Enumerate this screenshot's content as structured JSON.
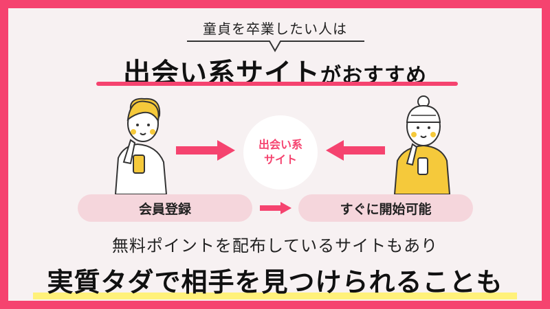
{
  "subtitle": "童貞を卒業したい人は",
  "headline": {
    "main": "出会い系サイト",
    "suffix": "がおすすめ"
  },
  "center": {
    "line1": "出会い系",
    "line2": "サイト"
  },
  "steps": {
    "left": "会員登録",
    "right": "すぐに開始可能"
  },
  "caption": "無料ポイントを配布しているサイトもあり",
  "big_text": "実質タダで相手を見つけられることも",
  "colors": {
    "accent": "#f5436f",
    "background": "#f7f1f2",
    "pill": "#f5d6dc",
    "highlight": "#fff17a"
  }
}
